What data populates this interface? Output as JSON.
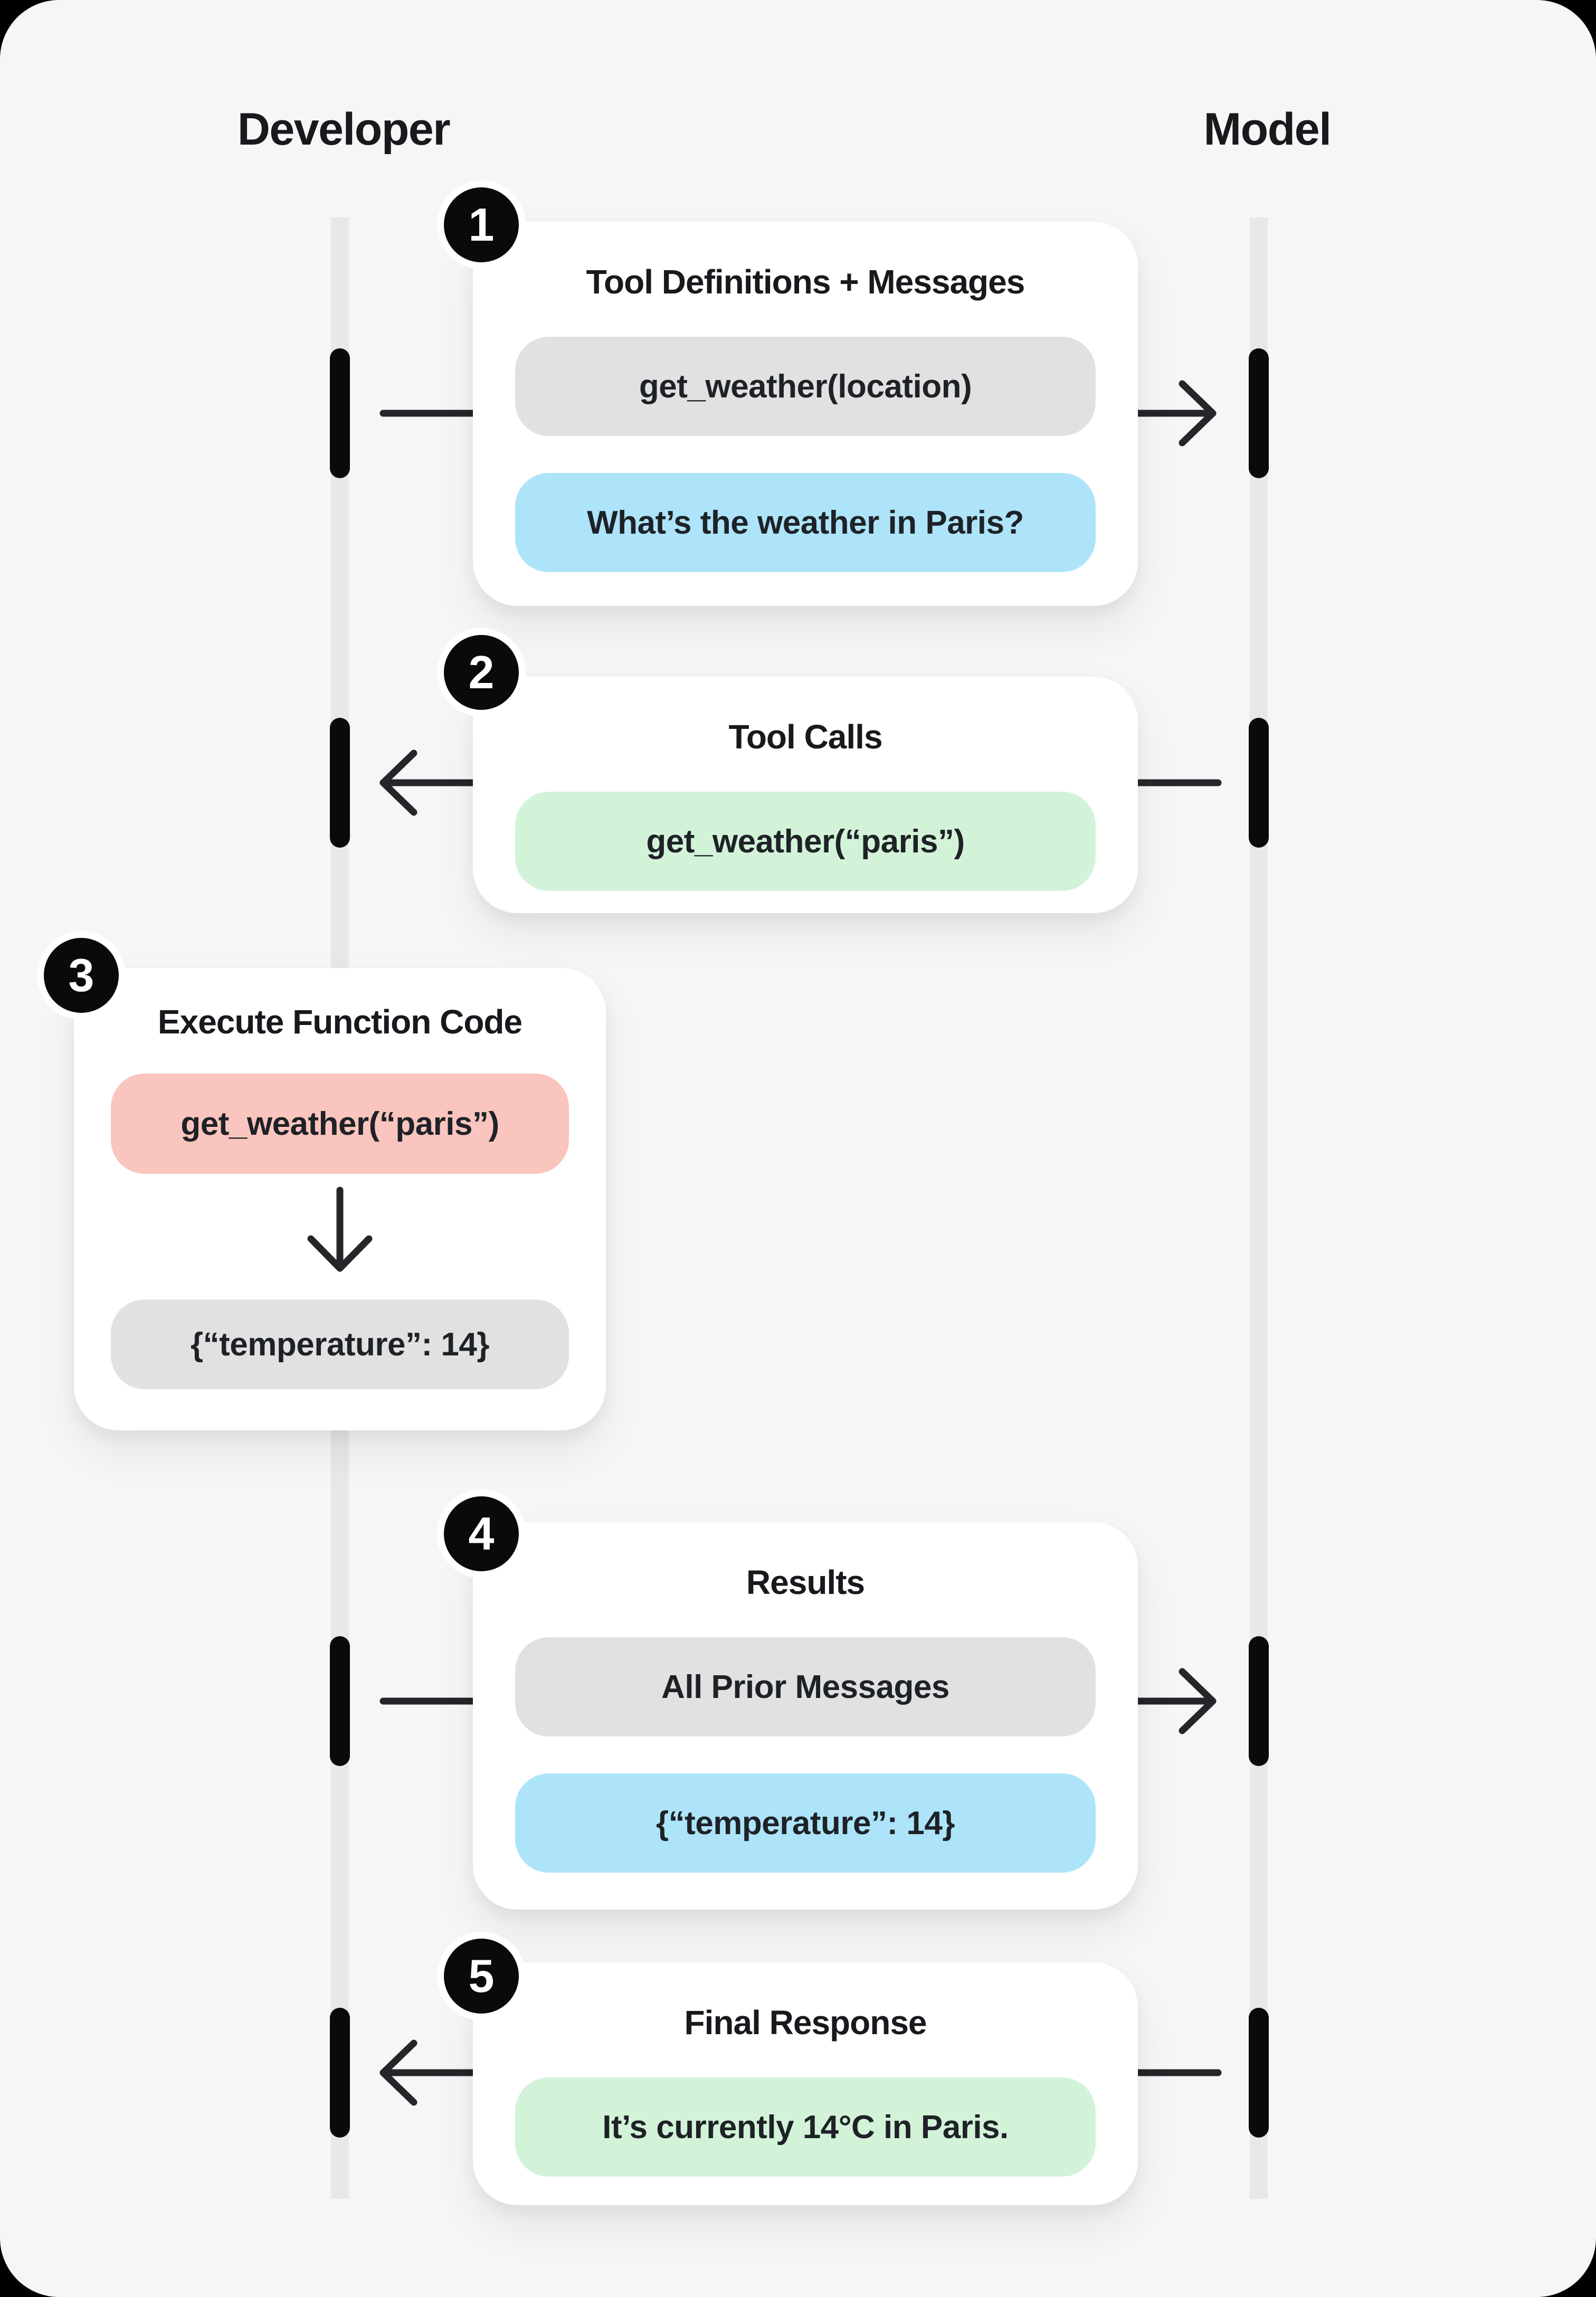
{
  "page": {
    "background": "#000000",
    "panel_background": "#f6f6f7"
  },
  "colors": {
    "card": "#ffffff",
    "title_text": "#17191d",
    "pill_text": "#1e2227",
    "gray_pill": "#e1e1e2",
    "blue_pill": "#ade4f9",
    "green_pill": "#d3f3d9",
    "red_pill": "#fac5be",
    "lifeline": "#e8e8e9",
    "activation_bar": "#0a0a0a",
    "arrow": "#24262a",
    "badge_bg": "#0a0a0a",
    "badge_text": "#ffffff"
  },
  "actors": {
    "left_label": "Developer",
    "right_label": "Model"
  },
  "steps": [
    {
      "badge": "1",
      "title": "Tool Definitions + Messages",
      "direction": "developer-to-model",
      "items": [
        {
          "type": "gray",
          "text": "get_weather(location)"
        },
        {
          "type": "blue",
          "text": "What’s the weather in Paris?"
        }
      ]
    },
    {
      "badge": "2",
      "title": "Tool Calls",
      "direction": "model-to-developer",
      "items": [
        {
          "type": "green",
          "text": "get_weather(“paris”)"
        }
      ]
    },
    {
      "badge": "3",
      "title": "Execute Function Code",
      "direction": "local-execution",
      "items": [
        {
          "type": "red",
          "text": "get_weather(“paris”)"
        },
        {
          "type": "gray",
          "text": "{“temperature”: 14}"
        }
      ]
    },
    {
      "badge": "4",
      "title": "Results",
      "direction": "developer-to-model",
      "items": [
        {
          "type": "gray",
          "text": "All Prior Messages"
        },
        {
          "type": "blue",
          "text": "{“temperature”: 14}"
        }
      ]
    },
    {
      "badge": "5",
      "title": "Final Response",
      "direction": "model-to-developer",
      "items": [
        {
          "type": "green",
          "text": "It’s currently 14°C in Paris."
        }
      ]
    }
  ]
}
